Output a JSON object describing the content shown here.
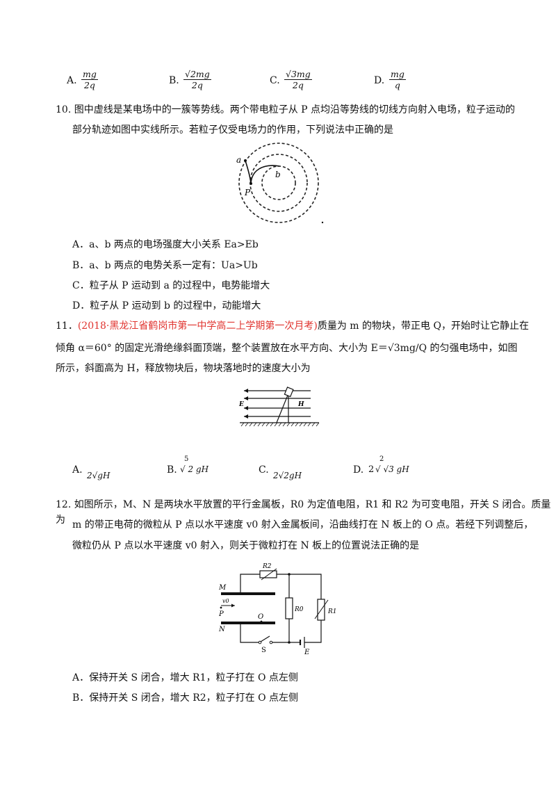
{
  "q9_options": {
    "a_letter": "A.",
    "a_num": "mg",
    "a_den": "2q",
    "b_letter": "B.",
    "b_num": "√2mg",
    "b_den": "2q",
    "c_letter": "C.",
    "c_num": "√3mg",
    "c_den": "2q",
    "d_letter": "D.",
    "d_num": "mg",
    "d_den": "q"
  },
  "q10": {
    "line1": "10. 图中虚线是某电场中的一簇等势线。两个带电粒子从 P 点均沿等势线的切线方向射入电场，粒子运动的",
    "line2": "部分轨迹如图中实线所示。若粒子仅受电场力的作用，下列说法中正确的是",
    "fig_labels": {
      "a": "a",
      "b": "b",
      "p": "P"
    },
    "options": [
      "A．a、b 两点的电场强度大小关系 Ea>Eb",
      "B．a、b 两点的电势关系一定有：Ua>Ub",
      "C．粒子从 P 运动到 a 的过程中，电势能增大",
      "D．粒子从 P 运动到 b 的过程中，动能增大"
    ]
  },
  "q11": {
    "number": "11．",
    "source": "(2018·黑龙江省鹤岗市第一中学高二上学期第一次月考)",
    "line1_rest": "质量为 m 的物块，带正电 Q，开始时让它静止在",
    "line2": "倾角 α＝60° 的固定光滑绝缘斜面顶端，整个装置放在水平方向、大小为 E＝√3mg/Q 的匀强电场中，如图",
    "line3": "所示，斜面高为 H，释放物块后，物块落地时的速度大小为",
    "fig_labels": {
      "e": "E",
      "h": "H"
    },
    "options": {
      "a_letter": "A.",
      "a_expr": "2√gH",
      "b_letter": "B.",
      "b_top": "5",
      "b_expr": "√ 2 gH",
      "c_letter": "C.",
      "c_expr": "2√2gH",
      "d_letter": "D.",
      "d_pre": "2",
      "d_top": "2",
      "d_expr": "√ √3 gH"
    }
  },
  "q12": {
    "line1": "12. 如图所示，M、N 是两块水平放置的平行金属板，R0 为定值电阻，R1 和 R2 为可变电阻，开关 S 闭合。质量为",
    "line2": "m 的带正电荷的微粒从 P 点以水平速度 v0 射入金属板间，沿曲线打在 N 板上的 O 点。若经下列调整后，",
    "line3": "微粒仍从 P 点以水平速度 v0 射入，则关于微粒打在 N 板上的位置说法正确的是",
    "fig_labels": {
      "r2": "R2",
      "r0": "R0",
      "r1": "R1",
      "m": "M",
      "n": "N",
      "v0": "v0",
      "p": "P",
      "o": "O",
      "s": "S",
      "e": "E"
    },
    "options": [
      "A．保持开关 S 闭合，增大 R1，粒子打在 O 点左侧",
      "B．保持开关 S 闭合，增大 R2，粒子打在 O 点左侧"
    ]
  }
}
